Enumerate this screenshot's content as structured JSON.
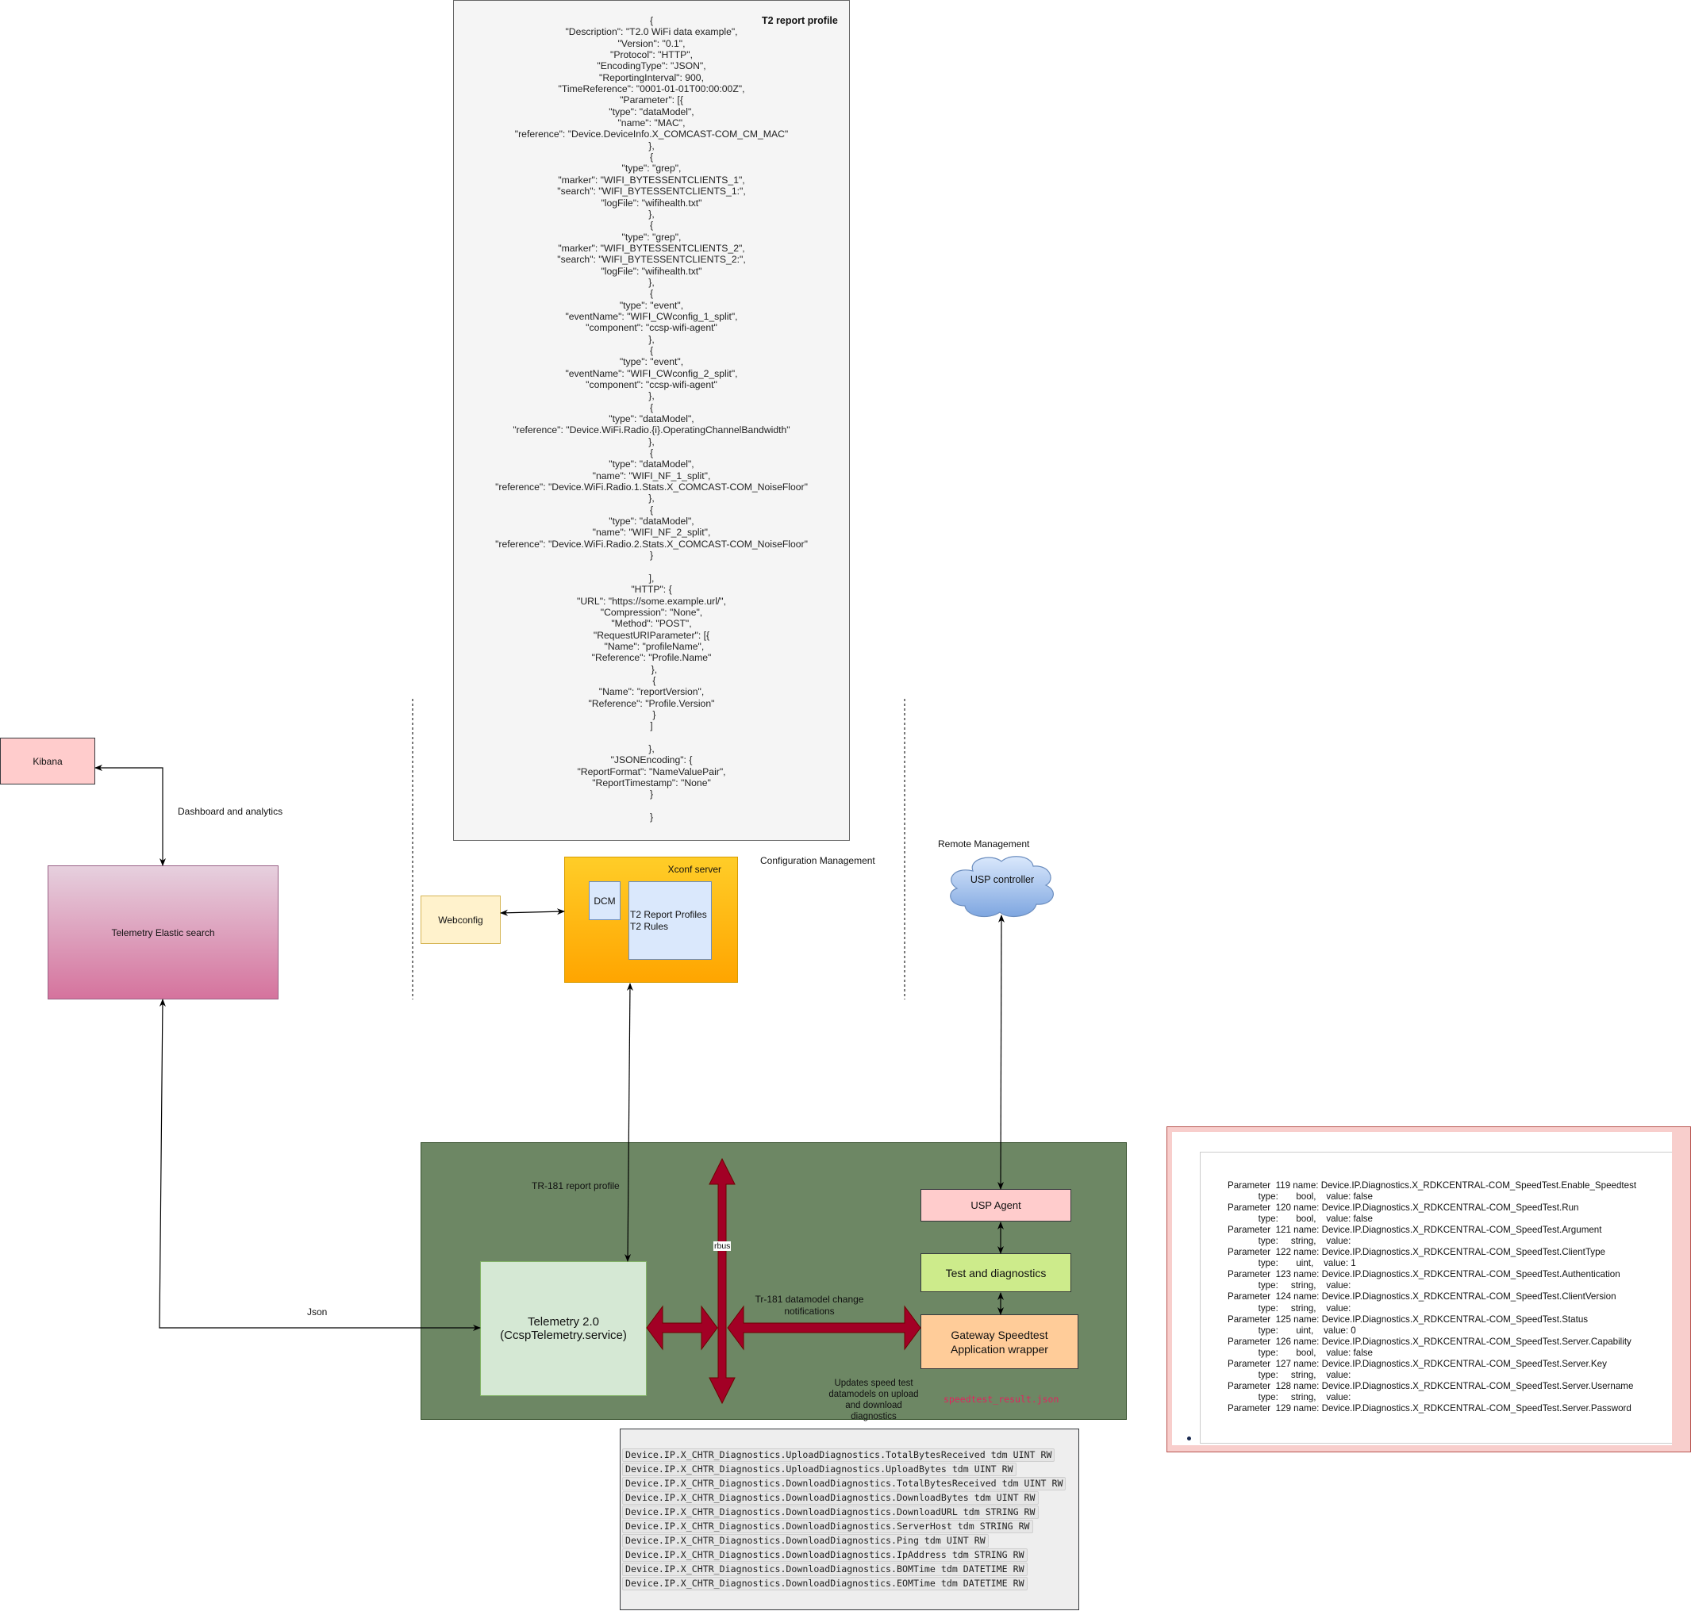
{
  "json_profile": {
    "title": "T2 report profile",
    "lines": [
      "{",
      "\"Description\": \"T2.0 WiFi data example\",",
      "\"Version\": \"0.1\",",
      "\"Protocol\": \"HTTP\",",
      "\"EncodingType\": \"JSON\",",
      "\"ReportingInterval\": 900,",
      "\"TimeReference\": \"0001-01-01T00:00:00Z\",",
      "\"Parameter\": [{",
      "\"type\": \"dataModel\",",
      "\"name\": \"MAC\",",
      "\"reference\": \"Device.DeviceInfo.X_COMCAST-COM_CM_MAC\"",
      "},",
      "{",
      "\"type\": \"grep\",",
      "\"marker\": \"WIFI_BYTESSENTCLIENTS_1\",",
      "\"search\": \"WIFI_BYTESSENTCLIENTS_1:\",",
      "\"logFile\": \"wifihealth.txt\"",
      "},",
      "{",
      "\"type\": \"grep\",",
      "\"marker\": \"WIFI_BYTESSENTCLIENTS_2\",",
      "\"search\": \"WIFI_BYTESSENTCLIENTS_2:\",",
      "\"logFile\": \"wifihealth.txt\"",
      "},",
      "{",
      "\"type\": \"event\",",
      "\"eventName\": \"WIFI_CWconfig_1_split\",",
      "\"component\": \"ccsp-wifi-agent\"",
      "},",
      "{",
      "\"type\": \"event\",",
      "\"eventName\": \"WIFI_CWconfig_2_split\",",
      "\"component\": \"ccsp-wifi-agent\"",
      "},",
      "{",
      "\"type\": \"dataModel\",",
      "\"reference\": \"Device.WiFi.Radio.{i}.OperatingChannelBandwidth\"",
      "},",
      "{",
      "\"type\": \"dataModel\",",
      "\"name\": \"WIFI_NF_1_split\",",
      "\"reference\": \"Device.WiFi.Radio.1.Stats.X_COMCAST-COM_NoiseFloor\"",
      "},",
      "{",
      "\"type\": \"dataModel\",",
      "\"name\": \"WIFI_NF_2_split\",",
      "\"reference\": \"Device.WiFi.Radio.2.Stats.X_COMCAST-COM_NoiseFloor\"",
      "}",
      "",
      "],",
      "\"HTTP\": {",
      "\"URL\": \"https://some.example.url/\",",
      "\"Compression\": \"None\",",
      "\"Method\": \"POST\",",
      "\"RequestURIParameter\": [{",
      "  \"Name\": \"profileName\",",
      "\"Reference\": \"Profile.Name\"",
      "  },",
      "  {",
      "\"Name\": \"reportVersion\",",
      "\"Reference\": \"Profile.Version\"",
      "  }",
      "]",
      "",
      "},",
      "\"JSONEncoding\": {",
      "\"ReportFormat\": \"NameValuePair\",",
      "\"ReportTimestamp\": \"None\"",
      "}",
      "",
      "}"
    ]
  },
  "nodes": {
    "kibana": "Kibana",
    "elastic": "Telemetry Elastic search",
    "webconfig": "Webconfig",
    "xconf": "Xconf server",
    "dcm": "DCM",
    "t2_profiles": "T2 Report Profiles",
    "t2_rules": "T2 Rules",
    "usp_controller": "USP controller",
    "telemetry_line1": "Telemetry 2.0",
    "telemetry_line2": "(CcspTelemetry.service)",
    "usp_agent": "USP Agent",
    "test_diag": "Test and diagnostics",
    "gateway_line1": "Gateway Speedtest",
    "gateway_line2": "Application wrapper",
    "rbus": "rbus",
    "speedtest_file": "speedtest_result.json"
  },
  "labels": {
    "dashboard": "Dashboard and analytics",
    "config_mgmt": "Configuration Management",
    "remote_mgmt": "Remote Management",
    "tr181_profile": "TR-181 report profile",
    "json": "Json",
    "notifications": "Tr-181 datamodel change notifications",
    "updates": "Updates speed test datamodels on upload and download diagnostics"
  },
  "parameters": [
    "Parameter  119 name: Device.IP.Diagnostics.X_RDKCENTRAL-COM_SpeedTest.Enable_Speedtest",
    "            type:       bool,    value: false",
    "Parameter  120 name: Device.IP.Diagnostics.X_RDKCENTRAL-COM_SpeedTest.Run",
    "            type:       bool,    value: false",
    "Parameter  121 name: Device.IP.Diagnostics.X_RDKCENTRAL-COM_SpeedTest.Argument",
    "            type:     string,    value:",
    "Parameter  122 name: Device.IP.Diagnostics.X_RDKCENTRAL-COM_SpeedTest.ClientType",
    "            type:       uint,    value: 1",
    "Parameter  123 name: Device.IP.Diagnostics.X_RDKCENTRAL-COM_SpeedTest.Authentication",
    "            type:     string,    value:",
    "Parameter  124 name: Device.IP.Diagnostics.X_RDKCENTRAL-COM_SpeedTest.ClientVersion",
    "            type:     string,    value:",
    "Parameter  125 name: Device.IP.Diagnostics.X_RDKCENTRAL-COM_SpeedTest.Status",
    "            type:       uint,    value: 0",
    "Parameter  126 name: Device.IP.Diagnostics.X_RDKCENTRAL-COM_SpeedTest.Server.Capability",
    "            type:       bool,    value: false",
    "Parameter  127 name: Device.IP.Diagnostics.X_RDKCENTRAL-COM_SpeedTest.Server.Key",
    "            type:     string,    value:",
    "Parameter  128 name: Device.IP.Diagnostics.X_RDKCENTRAL-COM_SpeedTest.Server.Username",
    "            type:     string,    value:",
    "Parameter  129 name: Device.IP.Diagnostics.X_RDKCENTRAL-COM_SpeedTest.Server.Password"
  ],
  "datamodels": [
    "Device.IP.X_CHTR_Diagnostics.UploadDiagnostics.TotalBytesReceived tdm UINT RW",
    "Device.IP.X_CHTR_Diagnostics.UploadDiagnostics.UploadBytes tdm UINT RW",
    "Device.IP.X_CHTR_Diagnostics.DownloadDiagnostics.TotalBytesReceived tdm UINT RW",
    "Device.IP.X_CHTR_Diagnostics.DownloadDiagnostics.DownloadBytes tdm UINT RW",
    "Device.IP.X_CHTR_Diagnostics.DownloadDiagnostics.DownloadURL tdm STRING RW",
    "Device.IP.X_CHTR_Diagnostics.DownloadDiagnostics.ServerHost tdm STRING RW",
    "Device.IP.X_CHTR_Diagnostics.DownloadDiagnostics.Ping tdm UINT RW",
    "Device.IP.X_CHTR_Diagnostics.DownloadDiagnostics.IpAddress tdm STRING RW",
    "Device.IP.X_CHTR_Diagnostics.DownloadDiagnostics.BOMTime tdm DATETIME RW",
    "Device.IP.X_CHTR_Diagnostics.DownloadDiagnostics.EOMTime tdm DATETIME RW"
  ],
  "colors": {
    "rbus_arrow": "#a20025",
    "platform_bg": "#6d8764",
    "speedtest_file": "#e0245e"
  }
}
